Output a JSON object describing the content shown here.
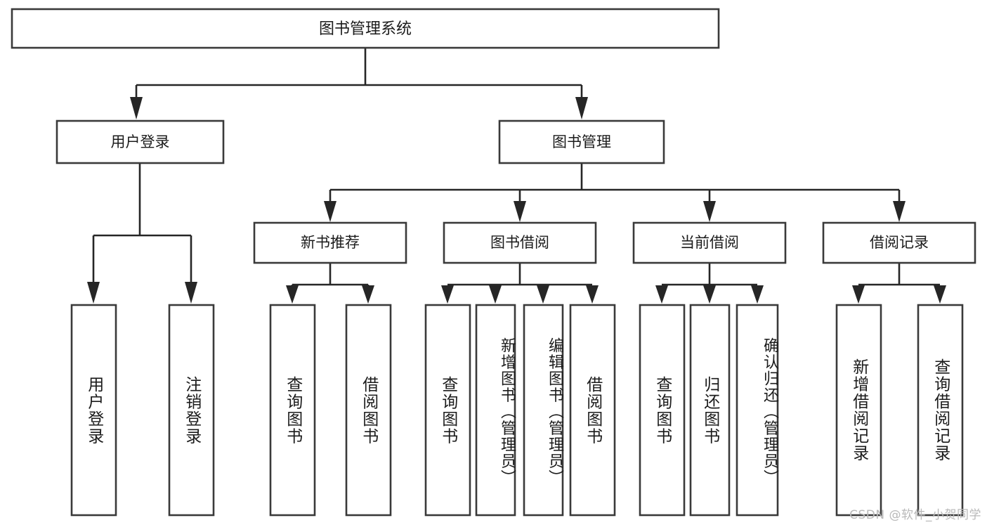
{
  "diagram": {
    "type": "tree-hierarchy",
    "title": "图书管理系统",
    "orientation": "top-down",
    "colors": {
      "background": "#ffffff",
      "box_fill": "#ffffff",
      "box_border": "#3a3a3a",
      "connector": "#262626",
      "text": "#1b1b1b",
      "watermark": "#b9b9b9"
    },
    "root": {
      "label": "图书管理系统"
    },
    "level2": [
      {
        "label": "用户登录"
      },
      {
        "label": "图书管理"
      }
    ],
    "level3": [
      {
        "label": "新书推荐"
      },
      {
        "label": "图书借阅"
      },
      {
        "label": "当前借阅"
      },
      {
        "label": "借阅记录"
      }
    ],
    "leaves": {
      "user_login": [
        {
          "label": "用户登录"
        },
        {
          "label": "注销登录"
        }
      ],
      "new_book_recommend": [
        {
          "label": "查询图书"
        },
        {
          "label": "借阅图书"
        }
      ],
      "book_borrow": [
        {
          "label": "查询图书"
        },
        {
          "label": "新增图书（管理员）"
        },
        {
          "label": "编辑图书（管理员）"
        },
        {
          "label": "借阅图书"
        }
      ],
      "current_borrow": [
        {
          "label": "查询图书"
        },
        {
          "label": "归还图书"
        },
        {
          "label": "确认归还（管理员）"
        }
      ],
      "borrow_record": [
        {
          "label": "新增借阅记录"
        },
        {
          "label": "查询借阅记录"
        }
      ]
    },
    "watermark": "CSDN @软件_小贺同学"
  }
}
